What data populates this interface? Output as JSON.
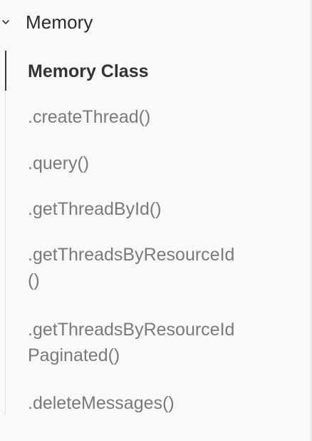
{
  "section": {
    "title": "Memory",
    "chevron_icon": "chevron-down-icon"
  },
  "nav": {
    "items": [
      {
        "label": "Memory Class",
        "active": true
      },
      {
        "label": ".createThread()"
      },
      {
        "label": ".query()"
      },
      {
        "label": ".getThreadById()"
      },
      {
        "label": ".getThreadsByResourceId",
        "label_line2": "()"
      },
      {
        "label": ".getThreadsByResourceId",
        "label_line2": "Paginated()"
      },
      {
        "label": ".deleteMessages()"
      }
    ]
  },
  "colors": {
    "background": "#f9f9f9",
    "heading_text": "#2b2b2b",
    "active_text": "#333333",
    "muted_text": "#7a7a7a",
    "active_indicator": "#3a3a3a",
    "tree_line": "#e2e2e2"
  }
}
